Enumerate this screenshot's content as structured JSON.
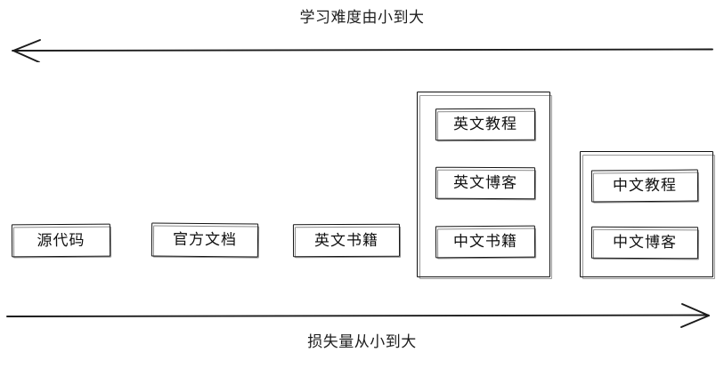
{
  "diagram": {
    "top_axis": {
      "label": "学习难度由小到大",
      "direction": "left",
      "arrow_icon": "arrow-left-icon"
    },
    "bottom_axis": {
      "label": "损失量从小到大",
      "direction": "right",
      "arrow_icon": "arrow-right-icon"
    },
    "columns": [
      {
        "id": "col-1",
        "type": "single",
        "items": [
          {
            "label": "源代码"
          }
        ]
      },
      {
        "id": "col-2",
        "type": "single",
        "items": [
          {
            "label": "官方文档"
          }
        ]
      },
      {
        "id": "col-3",
        "type": "single",
        "items": [
          {
            "label": "英文书籍"
          }
        ]
      },
      {
        "id": "col-4",
        "type": "group",
        "items": [
          {
            "label": "英文教程"
          },
          {
            "label": "英文博客"
          },
          {
            "label": "中文书籍"
          }
        ]
      },
      {
        "id": "col-5",
        "type": "group",
        "items": [
          {
            "label": "中文教程"
          },
          {
            "label": "中文博客"
          }
        ]
      }
    ],
    "colors": {
      "stroke": "#141414",
      "background": "#ffffff",
      "text": "#101010"
    }
  }
}
